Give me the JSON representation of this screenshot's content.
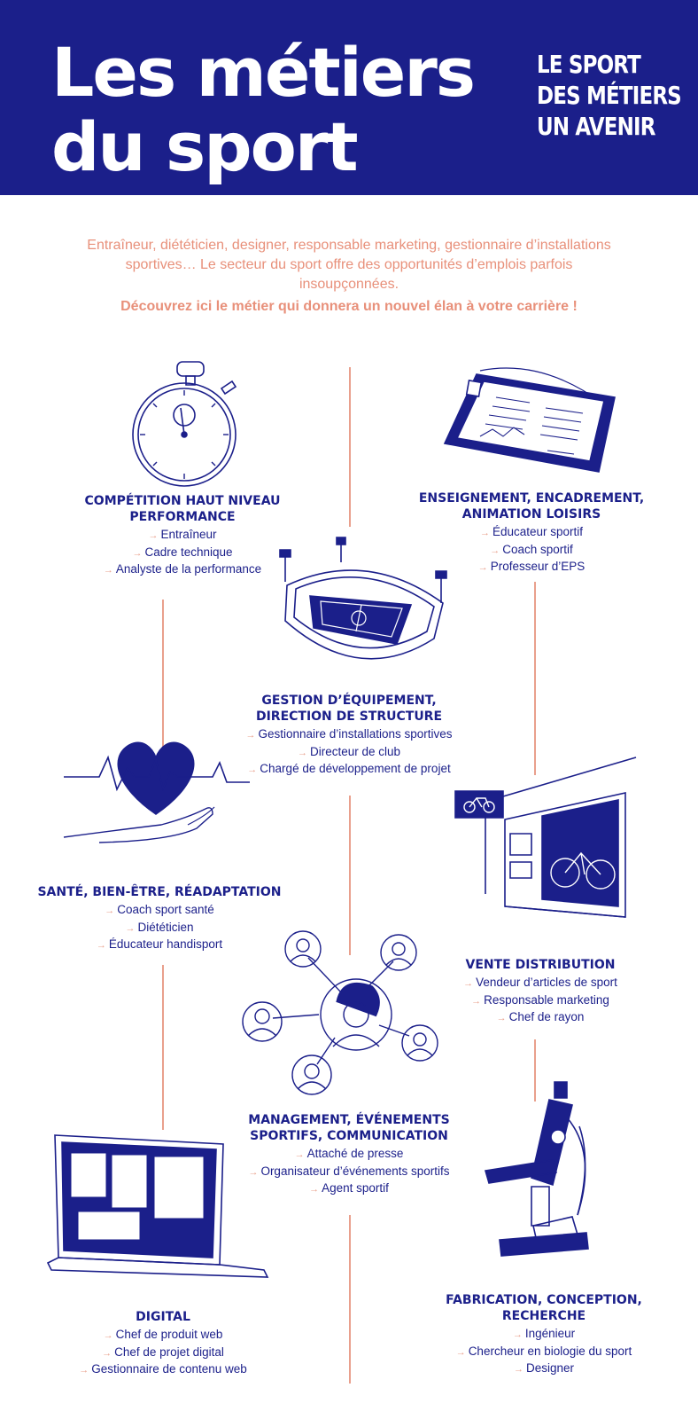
{
  "header": {
    "title_line1": "Les métiers",
    "title_line2": "du sport",
    "logo": [
      "LE SPORT",
      "DES MÉTIERS",
      "UN AVENIR"
    ]
  },
  "intro": {
    "text": "Entraîneur, diététicien, designer, responsable marketing, gestionnaire d’installations sportives… Le secteur du sport offre des opportunités d’emplois parfois insoupçonnées.",
    "cta": "Découvrez ici le métier qui donnera un nouvel élan à votre carrière !"
  },
  "colors": {
    "navy": "#1b1f8a",
    "salmon": "#e8907a",
    "white": "#ffffff"
  },
  "icons": {
    "competition": "stopwatch-icon",
    "enseignement": "clipboard-icon",
    "gestion": "stadium-icon",
    "sante": "heart-hand-icon",
    "vente": "bike-shop-icon",
    "management": "network-people-icon",
    "digital": "laptop-icon",
    "fabrication": "microscope-icon"
  },
  "sections": {
    "competition": {
      "title": [
        "Compétition haut niveau",
        "performance"
      ],
      "items": [
        "Entraîneur",
        "Cadre technique",
        "Analyste de la performance"
      ]
    },
    "enseignement": {
      "title": [
        "Enseignement, encadrement,",
        "animation loisirs"
      ],
      "items": [
        "Éducateur sportif",
        "Coach sportif",
        "Professeur d’EPS"
      ]
    },
    "gestion": {
      "title": [
        "Gestion d’équipement,",
        "direction de structure"
      ],
      "items": [
        "Gestionnaire d’installations sportives",
        "Directeur de club",
        "Chargé de développement de projet"
      ]
    },
    "sante": {
      "title": [
        "Santé, bien-être, réadaptation"
      ],
      "items": [
        "Coach sport santé",
        "Diététicien",
        "Éducateur handisport"
      ]
    },
    "vente": {
      "title": [
        "Vente distribution"
      ],
      "items": [
        "Vendeur d’articles de sport",
        "Responsable marketing",
        "Chef de rayon"
      ]
    },
    "management": {
      "title": [
        "Management, événements",
        "sportifs, communication"
      ],
      "items": [
        "Attaché de presse",
        "Organisateur d’événements sportifs",
        "Agent sportif"
      ]
    },
    "digital": {
      "title": [
        "Digital"
      ],
      "items": [
        "Chef de produit web",
        "Chef de projet digital",
        "Gestionnaire de contenu web"
      ]
    },
    "fabrication": {
      "title": [
        "Fabrication, conception,",
        "recherche"
      ],
      "items": [
        "Ingénieur",
        "Chercheur en biologie du sport",
        "Designer"
      ]
    }
  }
}
